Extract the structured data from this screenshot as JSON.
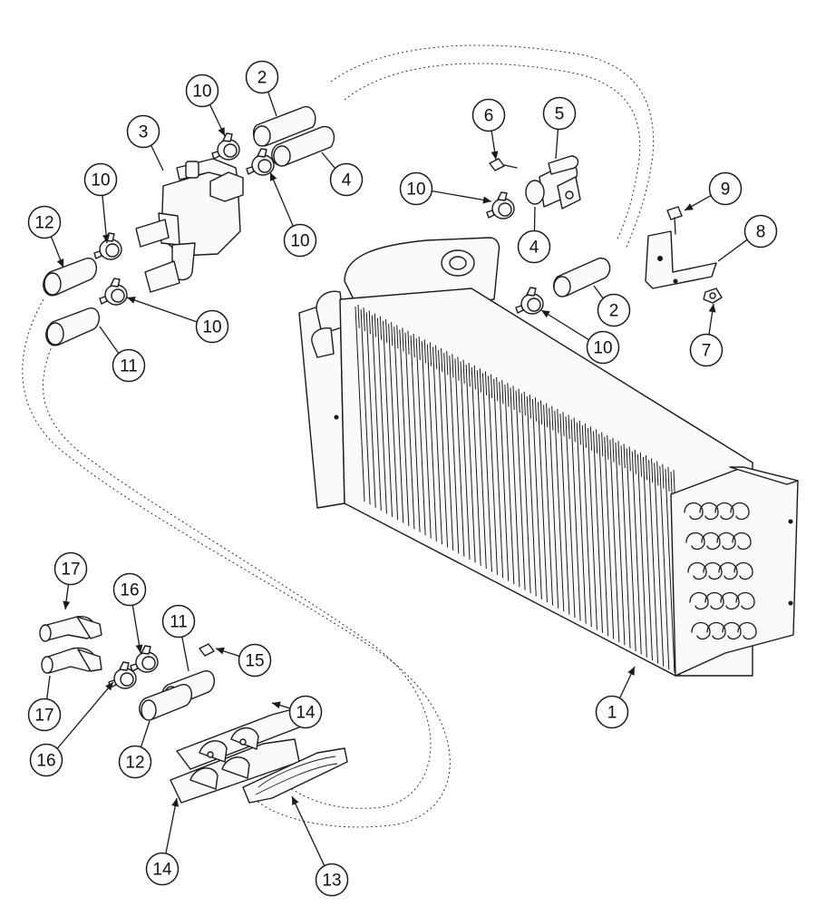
{
  "callouts": [
    {
      "label": "1"
    },
    {
      "label": "2"
    },
    {
      "label": "2"
    },
    {
      "label": "3"
    },
    {
      "label": "4"
    },
    {
      "label": "4"
    },
    {
      "label": "5"
    },
    {
      "label": "6"
    },
    {
      "label": "7"
    },
    {
      "label": "8"
    },
    {
      "label": "9"
    },
    {
      "label": "10"
    },
    {
      "label": "10"
    },
    {
      "label": "10"
    },
    {
      "label": "10"
    },
    {
      "label": "10"
    },
    {
      "label": "10"
    },
    {
      "label": "11"
    },
    {
      "label": "11"
    },
    {
      "label": "12"
    },
    {
      "label": "12"
    },
    {
      "label": "13"
    },
    {
      "label": "14"
    },
    {
      "label": "14"
    },
    {
      "label": "15"
    },
    {
      "label": "16"
    },
    {
      "label": "16"
    },
    {
      "label": "17"
    },
    {
      "label": "17"
    }
  ]
}
